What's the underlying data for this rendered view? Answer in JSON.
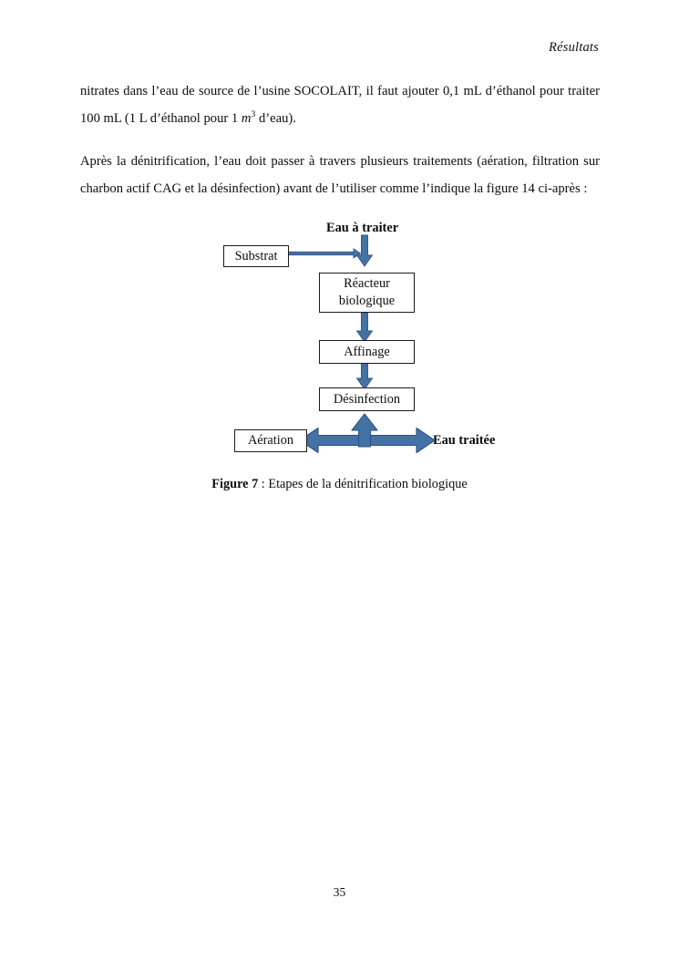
{
  "document": {
    "header_title": "Résultats",
    "page_number": "35"
  },
  "body": {
    "paragraph1_part1": "nitrates dans l’eau de source de l’usine SOCOLAIT, il faut ajouter 0,1 mL d’éthanol pour traiter 100 mL (1 L d’éthanol pour 1 ",
    "paragraph1_math_base": "m",
    "paragraph1_math_exp": "3",
    "paragraph1_part2": " d’eau).",
    "paragraph2": "Après la dénitrification, l’eau doit passer à travers plusieurs traitements (aération, filtration sur charbon actif CAG et la désinfection) avant de l’utiliser comme l’indique la figure 14 ci-après :"
  },
  "figure": {
    "caption_label": "Figure 7",
    "caption_text": " : Etapes de la dénitrification biologique",
    "arrow_color": "#4472A4",
    "arrow_stroke": "#2E5384",
    "box_border_color": "#1a1a1a",
    "labels": {
      "inlet": "Eau à traiter",
      "outlet": "Eau traitée"
    },
    "nodes": {
      "substrat": "Substrat",
      "reacteur_line1": "Réacteur",
      "reacteur_line2": "biologique",
      "affinage": "Affinage",
      "desinfection": "Désinfection",
      "aeration": "Aération"
    }
  }
}
